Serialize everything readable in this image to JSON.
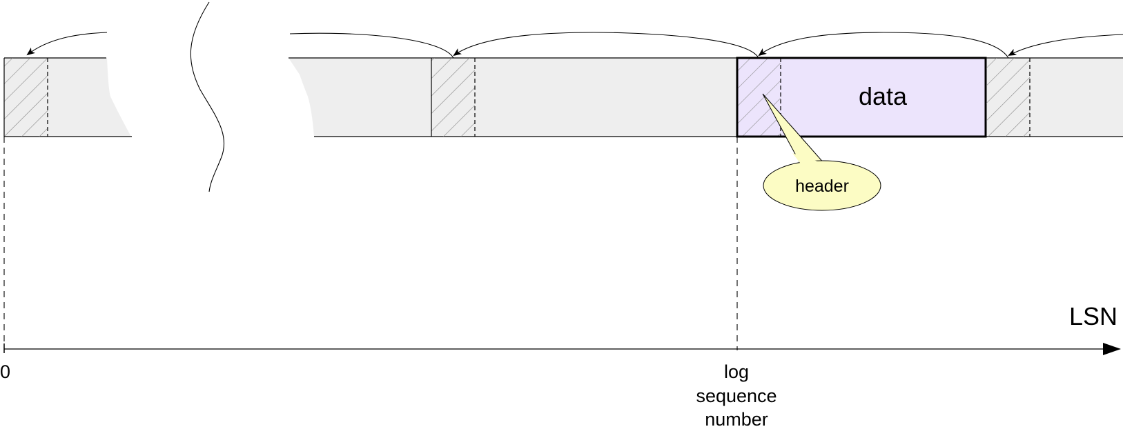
{
  "diagram": {
    "title": "Log records laid out along the log sequence number axis",
    "colors": {
      "record_fill": "#eeeeee",
      "highlight_fill": "#ece4fc",
      "hatch": "#888888",
      "callout_fill": "#fcfcc4",
      "line": "#000000"
    },
    "record": {
      "data_label": "data",
      "header_callout": "header"
    },
    "axis": {
      "name": "LSN",
      "origin_label": "0",
      "marker_label_lines": [
        "log",
        "sequence",
        "number"
      ]
    },
    "records": [
      {
        "kind": "first",
        "highlighted": false
      },
      {
        "kind": "middle",
        "highlighted": false
      },
      {
        "kind": "current",
        "highlighted": true
      },
      {
        "kind": "next",
        "highlighted": false
      }
    ],
    "back_pointers": [
      {
        "from": "record-2",
        "to": "record-1"
      },
      {
        "from": "record-3",
        "to": "record-2"
      },
      {
        "from": "record-4",
        "to": "record-3"
      },
      {
        "from": "offscreen",
        "to": "record-4"
      }
    ],
    "break_indicator": "gap in log (omitted records)"
  }
}
